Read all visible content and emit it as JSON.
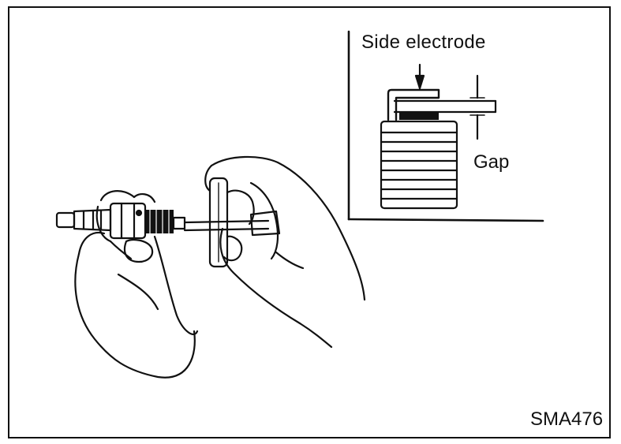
{
  "inset": {
    "side_electrode_label": "Side electrode",
    "gap_label": "Gap"
  },
  "figure_code": "SMA476",
  "colors": {
    "ink": "#111111",
    "paper": "#ffffff"
  }
}
